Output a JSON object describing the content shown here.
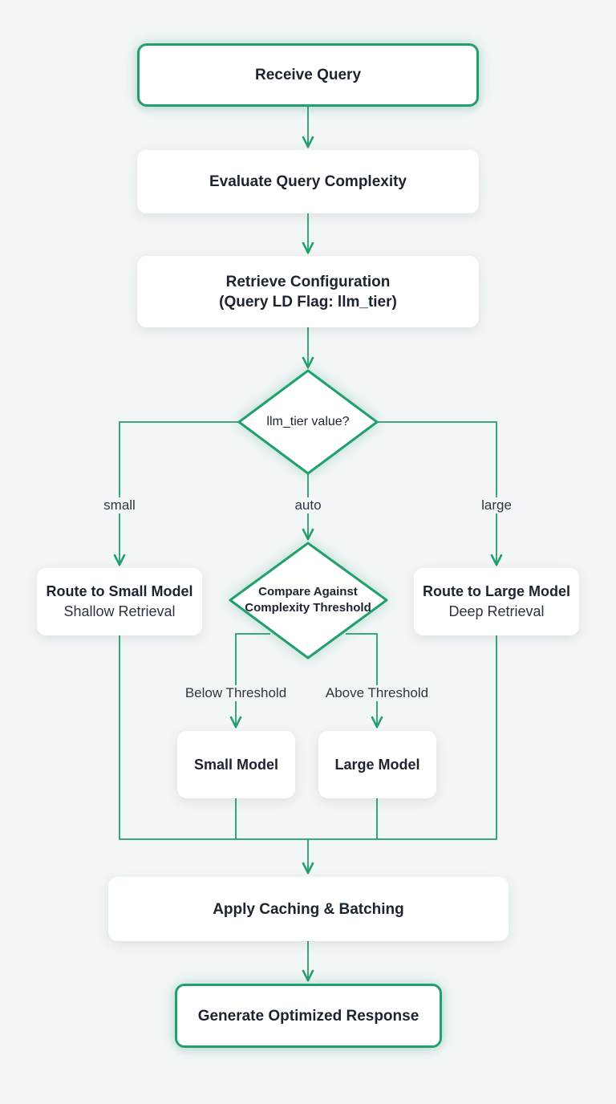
{
  "diagram": {
    "accent_color": "#22a06b",
    "nodes": {
      "receive_query": "Receive Query",
      "evaluate_complexity": "Evaluate Query Complexity",
      "retrieve_config": {
        "line1": "Retrieve Configuration",
        "line2": "(Query LD Flag: llm_tier)"
      },
      "decision_tier": "llm_tier value?",
      "route_small": {
        "title": "Route to Small Model",
        "subtitle": "Shallow Retrieval"
      },
      "compare_threshold": {
        "line1": "Compare Against",
        "line2": "Complexity Threshold"
      },
      "route_large": {
        "title": "Route to Large Model",
        "subtitle": "Deep Retrieval"
      },
      "small_model": "Small Model",
      "large_model": "Large Model",
      "caching_batching": "Apply Caching & Batching",
      "generate_response": "Generate Optimized Response"
    },
    "edge_labels": {
      "small": "small",
      "auto": "auto",
      "large": "large",
      "below_threshold": "Below Threshold",
      "above_threshold": "Above Threshold"
    }
  }
}
